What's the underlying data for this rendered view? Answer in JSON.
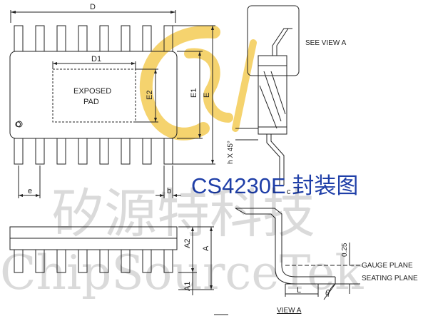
{
  "labels": {
    "D": "D",
    "D1": "D1",
    "E": "E",
    "E1": "E1",
    "E2": "E2",
    "exposed_pad_line1": "EXPOSED",
    "exposed_pad_line2": "PAD",
    "pin1_mark": "O",
    "e": "e",
    "b": "b",
    "chamfer": "h X 45°",
    "c": "c",
    "A": "A",
    "A1": "A1",
    "A2": "A2",
    "L": "L",
    "theta": "θ",
    "gauge_value": "0.25",
    "see_view": "SEE VIEW A",
    "gauge_plane": "GAUGE PLANE",
    "seating_plane": "SEATING PLANE",
    "view_a": "VIEW A"
  },
  "title": "CS4230E 封装图",
  "watermark": {
    "cn": "矽源特科技",
    "en": "ChipSourceTek"
  },
  "colors": {
    "title": "#1f3fa8",
    "line": "#222222",
    "logo": "#f3c94a"
  }
}
